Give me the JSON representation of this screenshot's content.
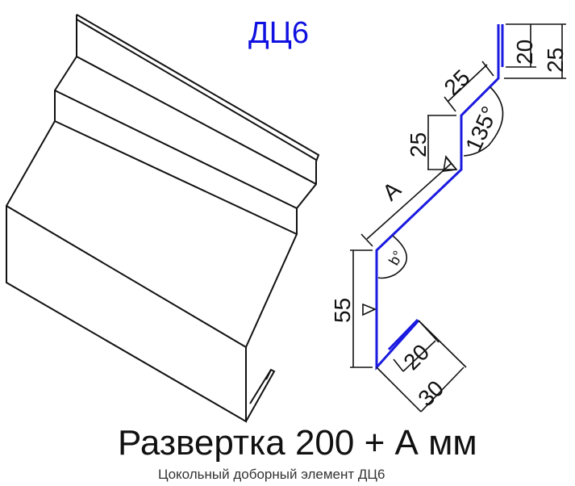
{
  "title": "ДЦ6",
  "caption": "Развертка 200 + А мм",
  "subcaption": "Цокольный доборный элемент ДЦ6",
  "dimensions": {
    "top_hem": "20",
    "top_flange": "25",
    "upper_slope": "25",
    "upper_rise": "25",
    "angle_upper": "135°",
    "slope_length": "A",
    "angle_lower": "b°",
    "vertical": "55",
    "bottom_hem": "20",
    "bottom_flange": "30"
  },
  "colors": {
    "profile": "#1a1ae0",
    "title": "#1010e0",
    "lines": "#111111"
  }
}
